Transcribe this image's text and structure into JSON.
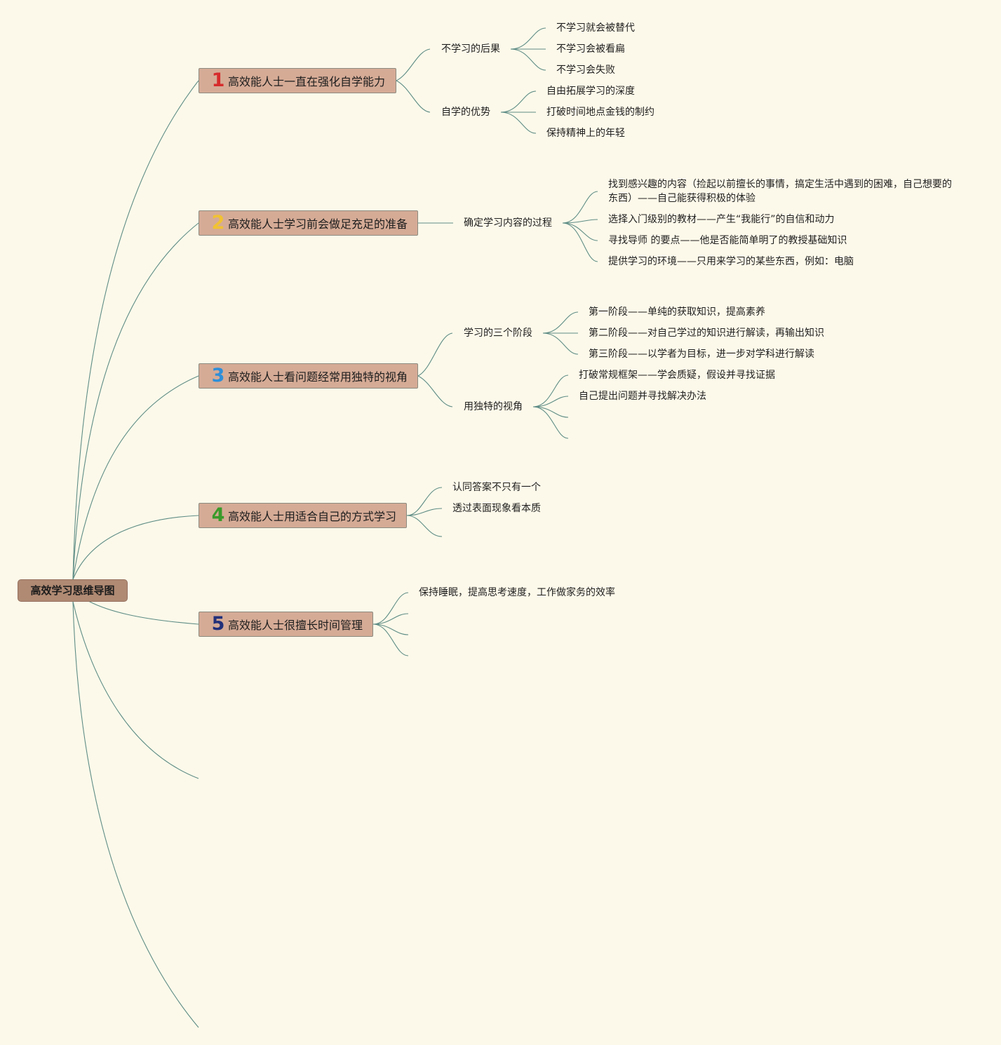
{
  "colors": {
    "background": "#fdf9ea",
    "line": "#5e8d86",
    "root_fill": "#b08a73",
    "topic_fill": "#d5ab96"
  },
  "root": {
    "label": "高效学习思维导图"
  },
  "topics": [
    {
      "marker": "1",
      "marker_color": "#d62c2c",
      "label": "高效能人士一直在强化自学能力",
      "subtopics": [
        {
          "label": "不学习的后果",
          "leaves": [
            "不学习就会被替代",
            "不学习会被看扁",
            "不学习会失败"
          ]
        },
        {
          "label": "自学的优势",
          "leaves": [
            "自由拓展学习的深度",
            "打破时间地点金钱的制约",
            "保持精神上的年轻"
          ]
        }
      ]
    },
    {
      "marker": "2",
      "marker_color": "#f1c232",
      "label": "高效能人士学习前会做足充足的准备",
      "subtopics": [
        {
          "label": "确定学习内容的过程",
          "leaves": [
            "找到感兴趣的内容（捡起以前擅长的事情，搞定生活中遇到的困难，自己想要的东西）——自己能获得积极的体验",
            "选择入门级别的教材——产生“我能行”的自信和动力",
            "寻找导师 的要点——他是否能简单明了的教授基础知识",
            "提供学习的环境——只用来学习的某些东西，例如：电脑"
          ]
        }
      ]
    },
    {
      "marker": "3",
      "marker_color": "#2f8fd8",
      "label": "高效能人士看问题经常用独特的视角",
      "subtopics": [
        {
          "label": "学习的三个阶段",
          "leaves": [
            "第一阶段——单纯的获取知识，提高素养",
            "第二阶段——对自己学过的知识进行解读，再输出知识",
            "第三阶段——以学者为目标，进一步对学科进行解读"
          ]
        },
        {
          "label": "用独特的视角",
          "leaves": [
            "打破常规框架——学会质疑，假设并寻找证据",
            "自己提出问题并寻找解决办法"
          ]
        }
      ]
    },
    {
      "marker": "4",
      "marker_color": "#3a9a2a",
      "label": "高效能人士用适合自己的方式学习",
      "leaves": [
        "认同答案不只有一个",
        "透过表面现象看本质"
      ]
    },
    {
      "marker": "5",
      "marker_color": "#22307a",
      "label": "高效能人士很擅长时间管理",
      "leaves": [
        "保持睡眠，提高思考速度，工作做家务的效率"
      ]
    }
  ]
}
